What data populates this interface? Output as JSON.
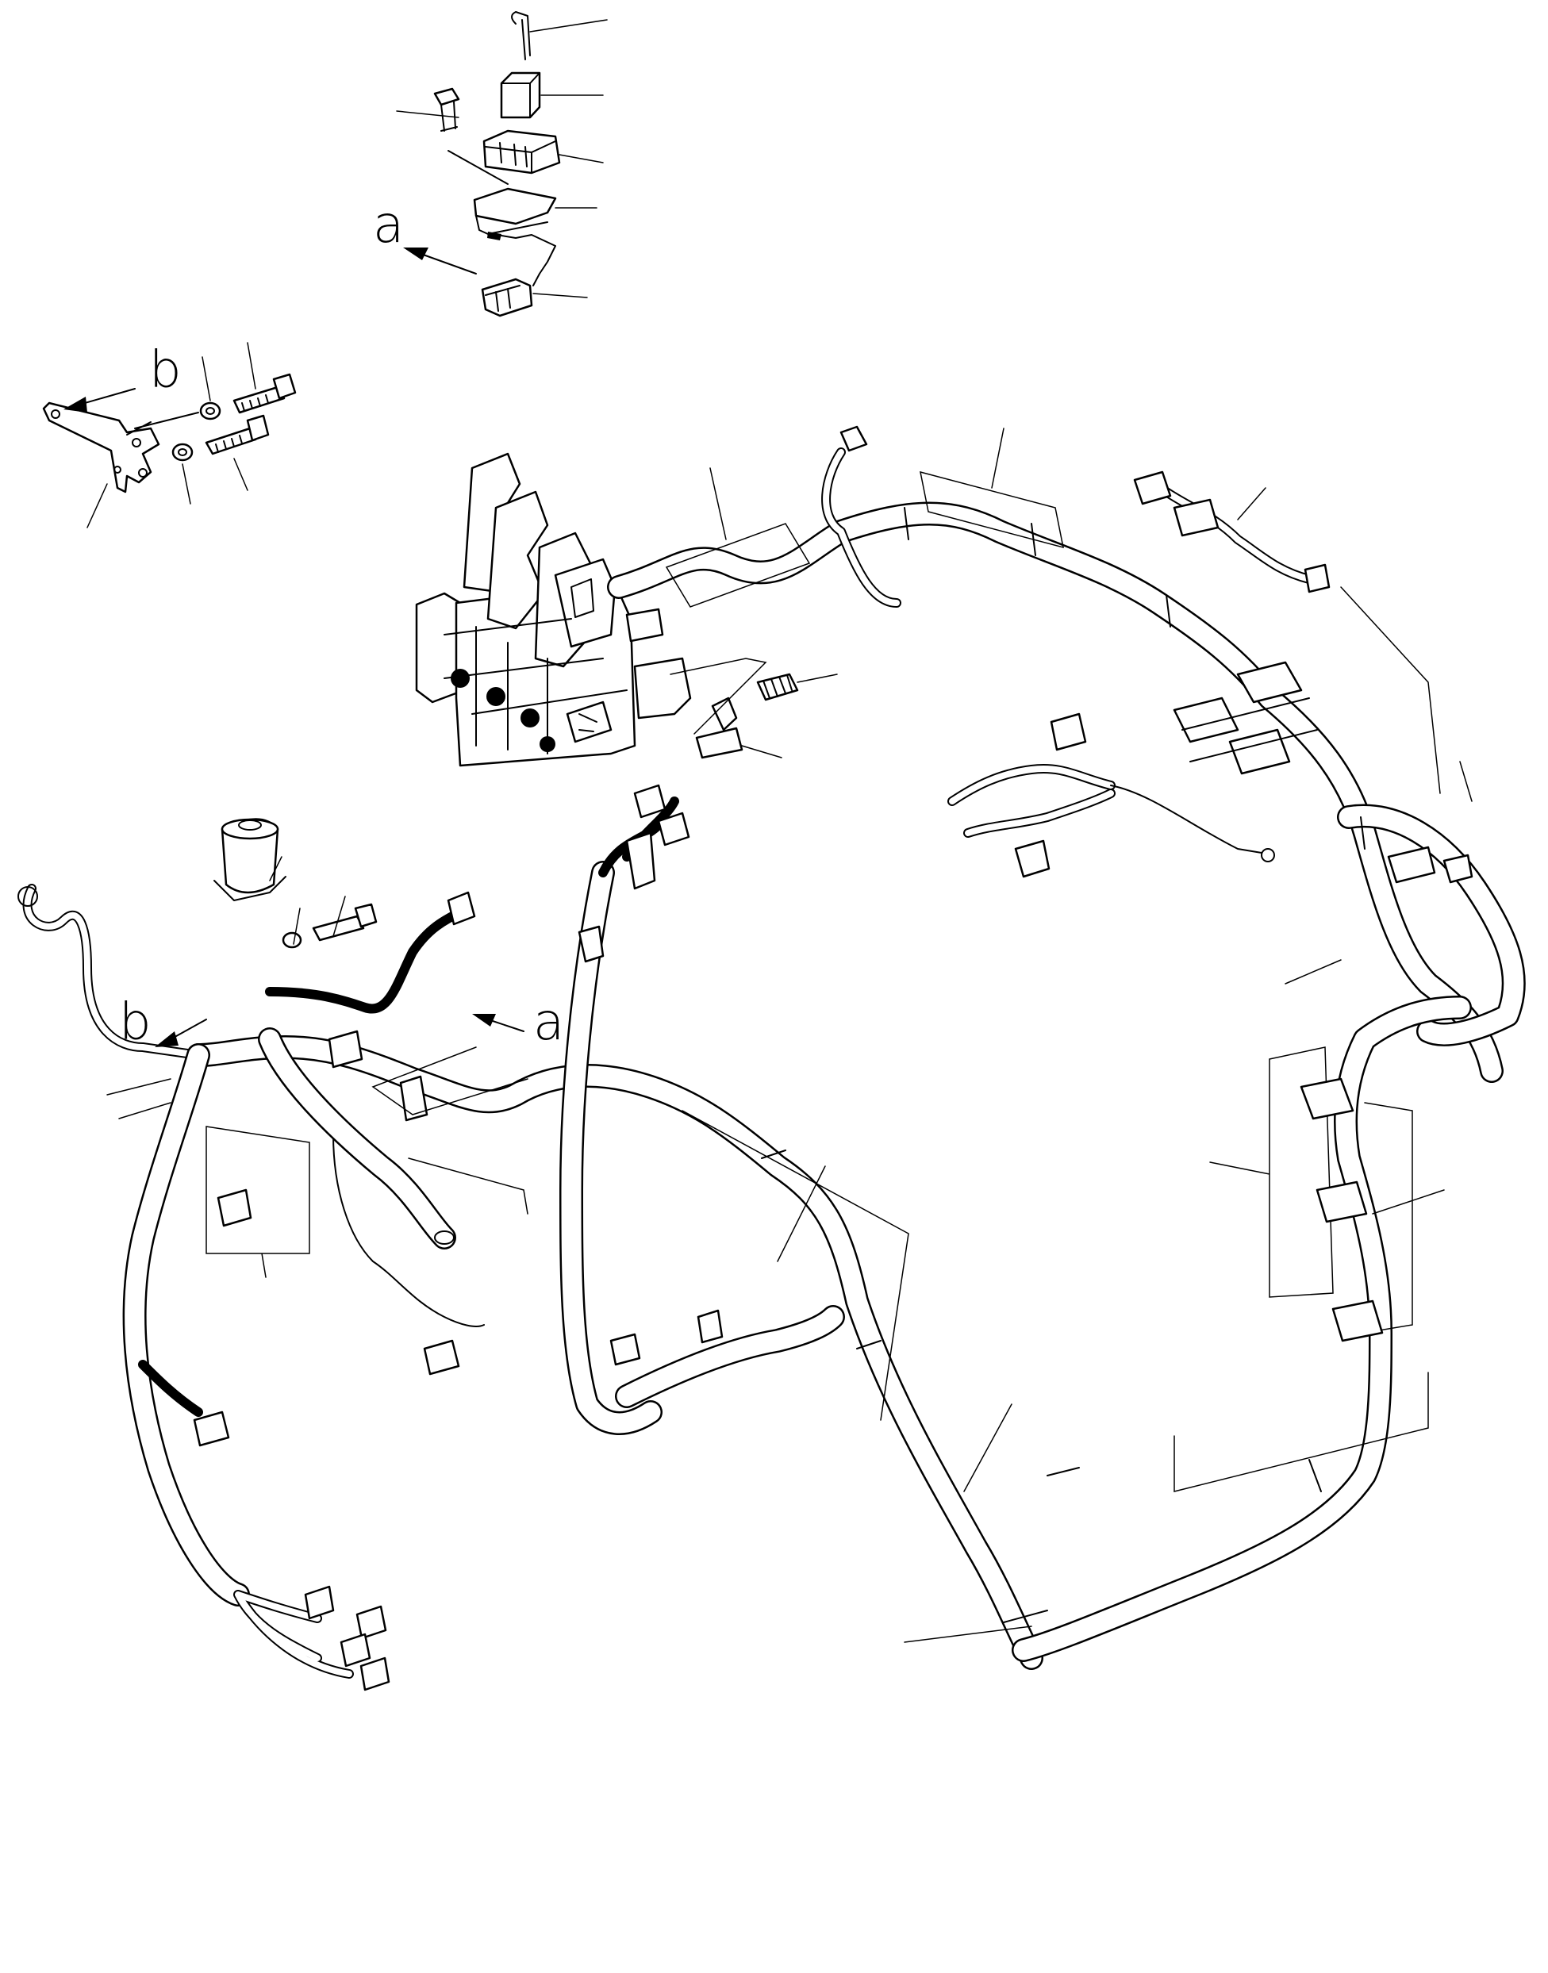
{
  "diagram": {
    "view_labels": {
      "a_top": "a",
      "b_left": "b",
      "b_lower": "b",
      "a_lower": "a"
    }
  }
}
